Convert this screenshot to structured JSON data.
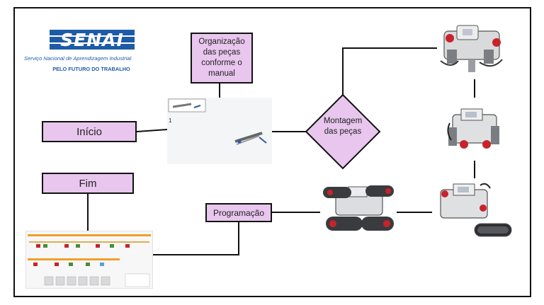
{
  "logo": {
    "brand": "SENAI",
    "subtitle": "Serviço Nacional de Aprendizagem Industrial",
    "tagline": "PELO FUTURO DO TRABALHO",
    "brand_color": "#1d5ba8"
  },
  "nodes": {
    "inicio": "Início",
    "fim": "Fim",
    "organizacao": "Organização das peças conforme o manual",
    "montagem": "Montagem das peças",
    "programacao": "Programação"
  },
  "manual_step_number": "1",
  "colors": {
    "box_fill": "#e8c6ee",
    "border": "#111111",
    "robot_red": "#c8232c"
  },
  "icons": [
    "robot-top-view-image",
    "robot-side-view-image",
    "robot-tracked-image",
    "robot-assembled-image",
    "manual-page-image",
    "program-screenshot-image"
  ]
}
